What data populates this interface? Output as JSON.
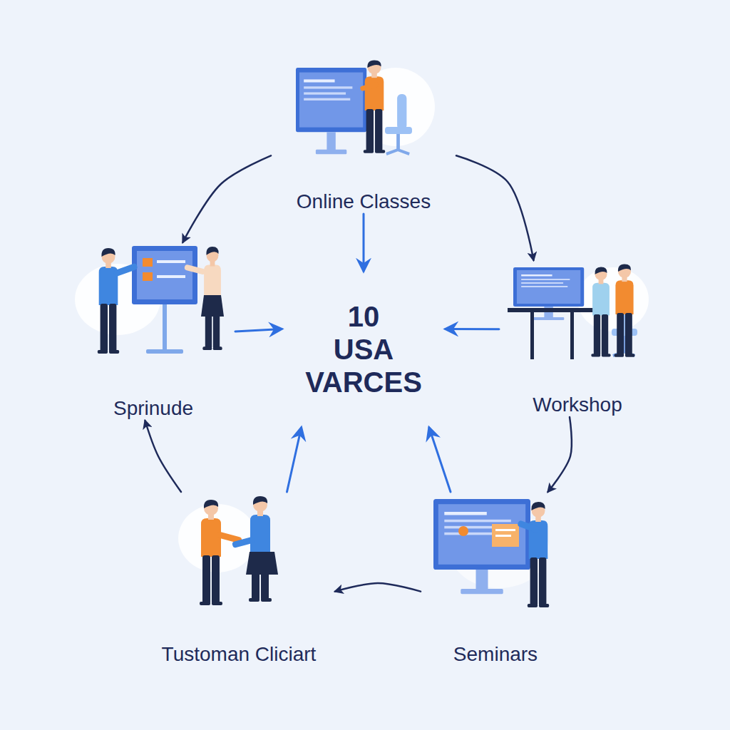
{
  "diagram": {
    "nodes": [
      {
        "text": [
          "Online Classes"
        ]
      },
      {
        "text": [
          "Sprinude"
        ]
      },
      {
        "text": [
          "10 USA VARCES"
        ]
      },
      {
        "text": [
          "Workshop"
        ]
      },
      {
        "text": [
          "Tustoman Cliciart"
        ]
      },
      {
        "text": [
          "Seminars"
        ]
      }
    ],
    "edges": [
      {
        "from": 0,
        "to": 3,
        "arrow": "to"
      },
      {
        "from": 0,
        "to": 1,
        "arrow": "to"
      },
      {
        "from": 3,
        "to": 5,
        "arrow": "to"
      },
      {
        "from": 5,
        "to": 4,
        "arrow": "to"
      },
      {
        "from": 4,
        "to": 1,
        "arrow": "to"
      },
      {
        "from": 0,
        "to": 2,
        "arrow": "to"
      },
      {
        "from": 1,
        "to": 2,
        "arrow": "to"
      },
      {
        "from": 3,
        "to": 2,
        "arrow": "to"
      },
      {
        "from": 4,
        "to": 2,
        "arrow": "to"
      },
      {
        "from": 5,
        "to": 2,
        "arrow": "to"
      }
    ]
  }
}
